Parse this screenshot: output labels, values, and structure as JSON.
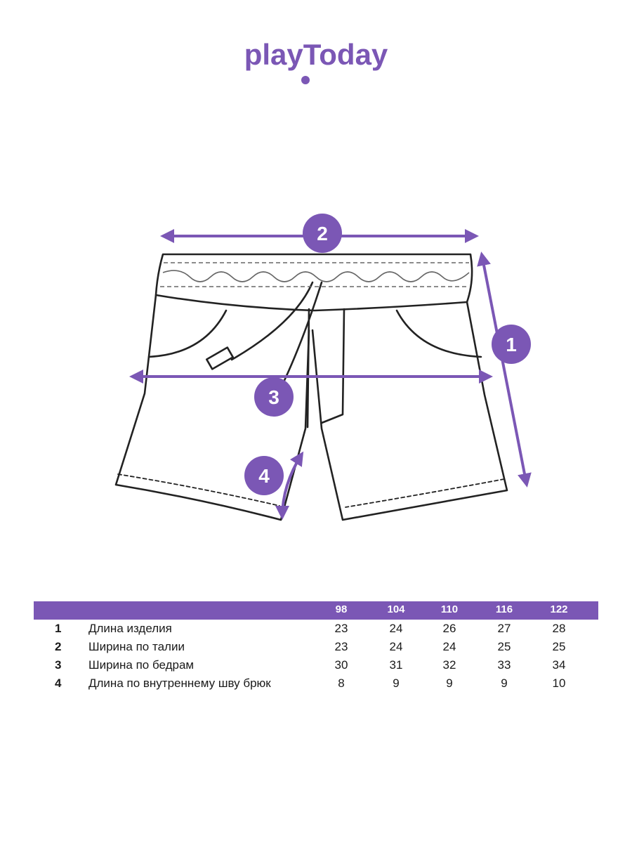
{
  "brand": {
    "logo_text": "playToday",
    "color": "#7b57b5"
  },
  "diagram": {
    "markers": [
      "1",
      "2",
      "3",
      "4"
    ],
    "accent_color": "#7b57b5"
  },
  "size_table": {
    "sizes": [
      "98",
      "104",
      "110",
      "116",
      "122"
    ],
    "rows": [
      {
        "num": "1",
        "name": "Длина изделия",
        "values": [
          "23",
          "24",
          "26",
          "27",
          "28"
        ]
      },
      {
        "num": "2",
        "name": "Ширина по талии",
        "values": [
          "23",
          "24",
          "24",
          "25",
          "25"
        ]
      },
      {
        "num": "3",
        "name": "Ширина по бедрам",
        "values": [
          "30",
          "31",
          "32",
          "33",
          "34"
        ]
      },
      {
        "num": "4",
        "name": "Длина по внутреннему шву брюк",
        "values": [
          "8",
          "9",
          "9",
          "9",
          "10"
        ]
      }
    ]
  }
}
